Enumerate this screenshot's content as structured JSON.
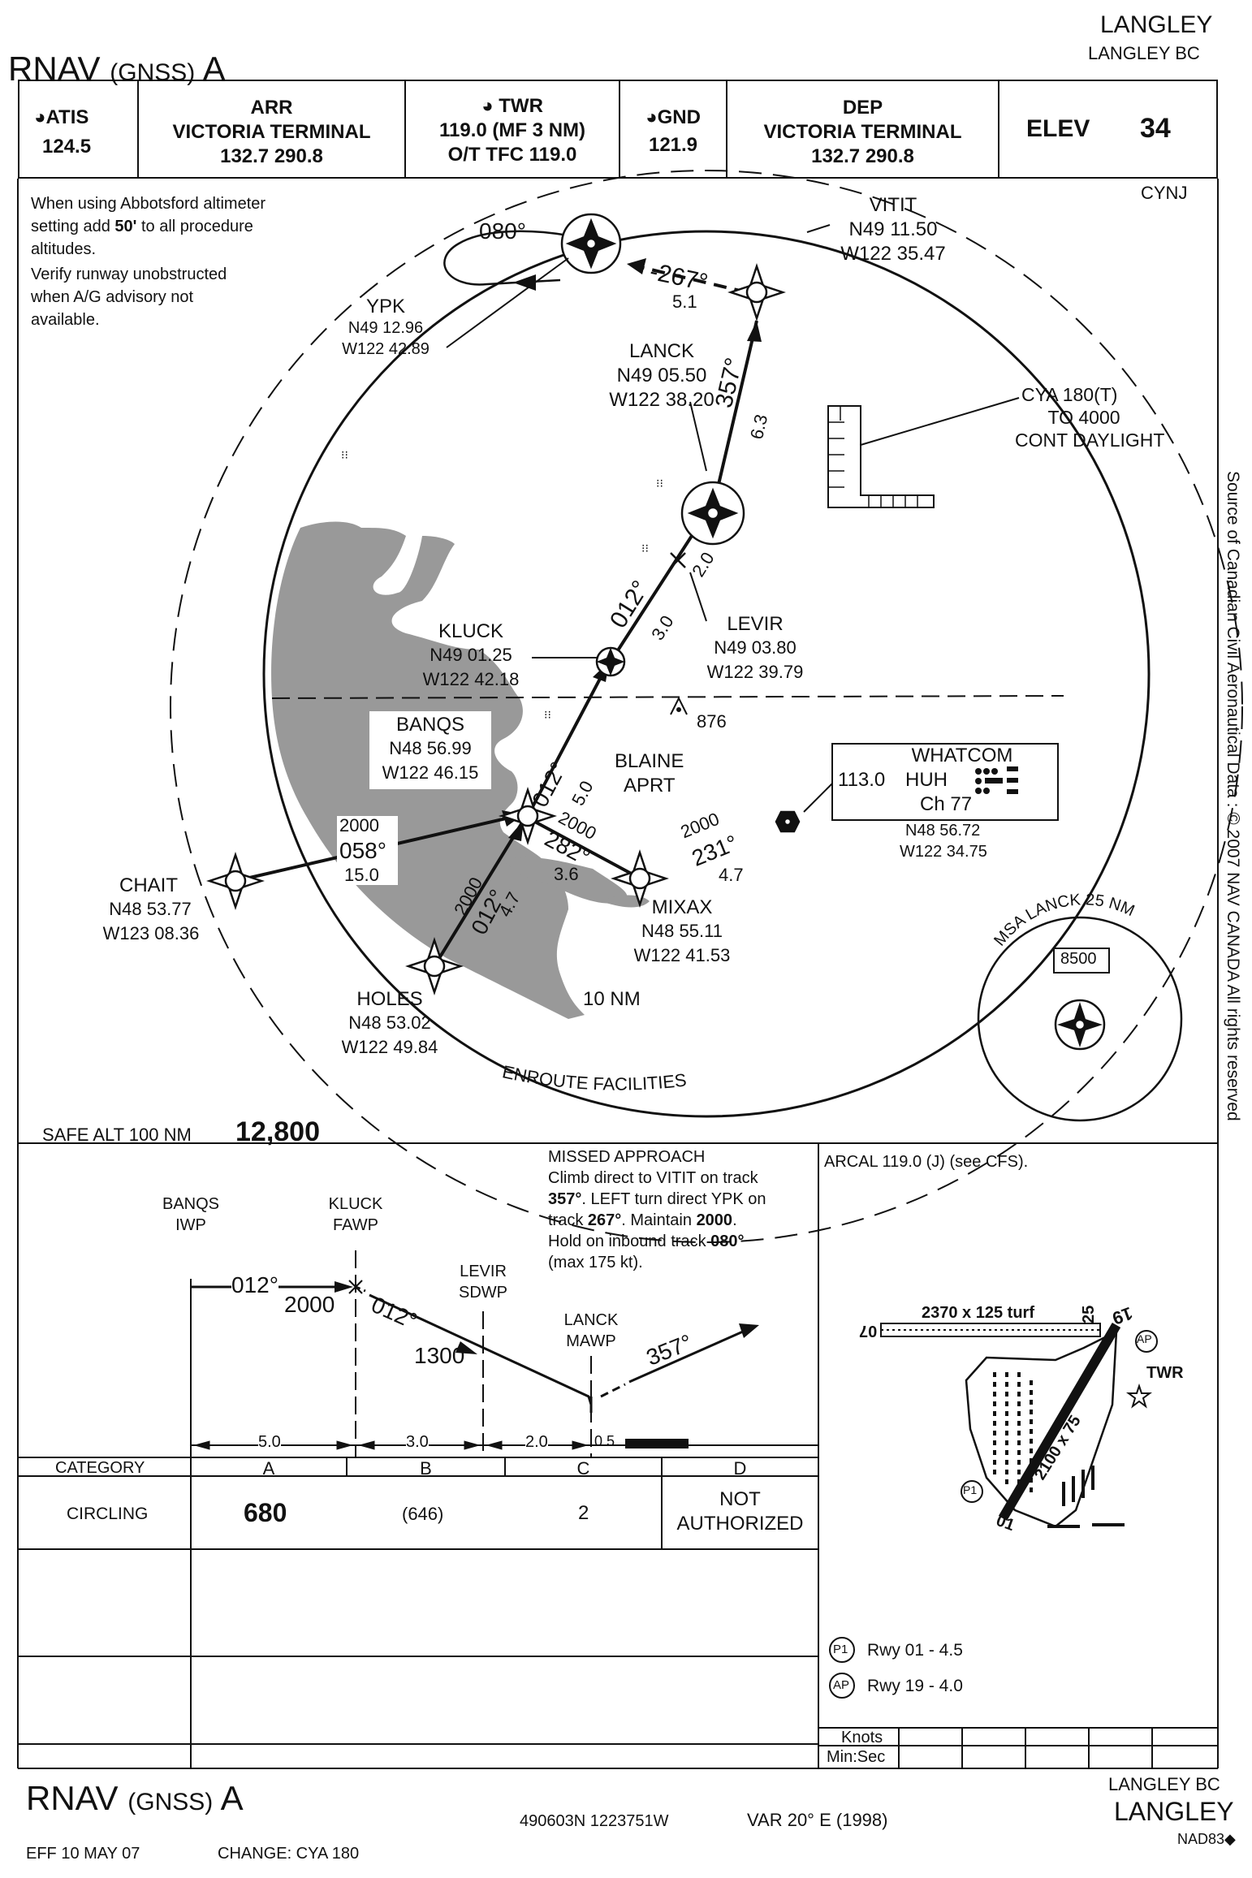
{
  "chart_header": {
    "procedure": "RNAV",
    "procedure_sub": "(GNSS)",
    "procedure_letter": "A",
    "airport_city": "LANGLEY",
    "airport_region": "LANGLEY BC"
  },
  "comm": {
    "atis_label": "ATIS",
    "atis_freq": "124.5",
    "arr_label": "ARR",
    "arr_name": "VICTORIA TERMINAL",
    "arr_freqs": "132.7   290.8",
    "twr_label": "TWR",
    "twr_freq": "119.0  (MF 3 NM)",
    "twr_tfc": "O/T TFC 119.0",
    "gnd_label": "GND",
    "gnd_freq": "121.9",
    "dep_label": "DEP",
    "dep_name": "VICTORIA TERMINAL",
    "dep_freqs": "132.7   290.8",
    "elev_label": "ELEV",
    "elev_value": "34"
  },
  "plan": {
    "icao": "CYNJ",
    "note1_a": "When using Abbotsford altimeter",
    "note1_b_pre": "setting add",
    "note1_b_bold": "50'",
    "note1_b_post": "to all procedure",
    "note1_c": "altitudes.",
    "note2_a": "Verify runway unobstructed",
    "note2_b": "when A/G advisory not",
    "note2_c": "available.",
    "hold_course": "080°",
    "vitit_to_ypk_course": "-267°",
    "vitit_to_ypk_dist": "5.1",
    "ypk": {
      "name": "YPK",
      "lat": "N49 12.96",
      "lon": "W122 42.89"
    },
    "vitit": {
      "name": "VITIT",
      "lat": "N49 11.50",
      "lon": "W122 35.47"
    },
    "lanck": {
      "name": "LANCK",
      "lat": "N49 05.50",
      "lon": "W122 38.20"
    },
    "lanck_course": "357°",
    "lanck_dist": "6.3",
    "cya_a": "CYA 180(T)",
    "cya_b": "TO 4000",
    "cya_c": "CONT DAYLIGHT",
    "kluck": {
      "name": "KLUCK",
      "lat": "N49 01.25",
      "lon": "W122 42.18"
    },
    "levir": {
      "name": "LEVIR",
      "lat": "N49 03.80",
      "lon": "W122 39.79"
    },
    "leg_012_a": "012°",
    "leg_30": "3.0",
    "leg_20": "2.0",
    "obstacle_elev": "876",
    "banqs": {
      "name": "BANQS",
      "lat": "N48 56.99",
      "lon": "W122 46.15"
    },
    "leg_012_b": "012°",
    "leg_50": "5.0",
    "blaine_a": "BLAINE",
    "blaine_b": "APRT",
    "whatcom_name": "WHATCOM",
    "whatcom_freq": "113.0",
    "whatcom_id": "HUH",
    "whatcom_ch": "Ch 77",
    "whatcom_lat": "N48 56.72",
    "whatcom_lon": "W122 34.75",
    "chait": {
      "name": "CHAIT",
      "lat": "N48 53.77",
      "lon": "W123 08.36"
    },
    "chait_alt": "2000",
    "chait_course": "058°",
    "chait_dist": "15.0",
    "mixax_alt": "2000",
    "mixax_course": "282°",
    "mixax_dist": "3.6",
    "mixax_alt2": "2000",
    "mixax_course2": "231°",
    "mixax_dist2": "4.7",
    "mixax": {
      "name": "MIXAX",
      "lat": "N48 55.11",
      "lon": "W122 41.53"
    },
    "holes_alt": "2000",
    "holes_course": "012°",
    "holes_dist": "4.7",
    "holes": {
      "name": "HOLES",
      "lat": "N48 53.02",
      "lon": "W122 49.84"
    },
    "ring_label": "10 NM",
    "enroute": "ENROUTE FACILITIES",
    "msa_label": "MSA LANCK 25 NM",
    "msa_alt": "8500",
    "safe_alt_label": "SAFE ALT 100 NM",
    "safe_alt_value": "12,800"
  },
  "profile": {
    "banqs_a": "BANQS",
    "banqs_b": "IWP",
    "kluck_a": "KLUCK",
    "kluck_b": "FAWP",
    "levir_a": "LEVIR",
    "levir_b": "SDWP",
    "lanck_a": "LANCK",
    "lanck_b": "MAWP",
    "course1": "012°",
    "alt1": "2000",
    "course2": "012°",
    "alt2": "1300",
    "course3": "357°",
    "d1": "5.0",
    "d2": "3.0",
    "d3": "2.0",
    "d4": "0.5",
    "missed_title": "MISSED APPROACH",
    "missed_1": "Climb direct to VITIT on track",
    "missed_2_bold": "357°",
    "missed_2": ".  LEFT turn direct YPK on",
    "missed_3_pre": "track",
    "missed_3_bold1": "267°",
    "missed_3_mid": ".  Maintain",
    "missed_3_bold2": "2000",
    "missed_3_post": ".",
    "missed_4_pre": "Hold on inbound track",
    "missed_4_bold": "080°",
    "missed_5": "(max 175 kt)."
  },
  "minima": {
    "category_label": "CATEGORY",
    "cats": [
      "A",
      "B",
      "C",
      "D"
    ],
    "circling_label": "CIRCLING",
    "mda": "680",
    "hat": "(646)",
    "vis": "2",
    "d_a": "NOT",
    "d_b": "AUTHORIZED"
  },
  "aerodrome": {
    "arcal": "ARCAL 119.0 (J) (see CFS).",
    "rwy_turf": "2370 x 125  turf",
    "rwy_main": "2100 x 75",
    "rwy07": "07",
    "rwy25": "25",
    "rwy19": "19",
    "rwy01": "01",
    "twr": "TWR",
    "p1_sym": "P1",
    "ap_sym": "AP",
    "p1_text": "Rwy 01 - 4.5",
    "ap_text": "Rwy 19 - 4.0",
    "knots": "Knots",
    "minsec": "Min:Sec"
  },
  "footer": {
    "procedure": "RNAV",
    "procedure_sub": "(GNSS)",
    "procedure_letter": "A",
    "coords": "490603N 1223751W",
    "var": "VAR 20° E  (1998)",
    "region": "LANGLEY BC",
    "city": "LANGLEY",
    "datum": "NAD83",
    "eff": "EFF 10 MAY 07",
    "change": "CHANGE: CYA 180",
    "source": "Source of Canadian Civil Aeronautical Data : © 2007 NAV CANADA All rights reserved"
  }
}
